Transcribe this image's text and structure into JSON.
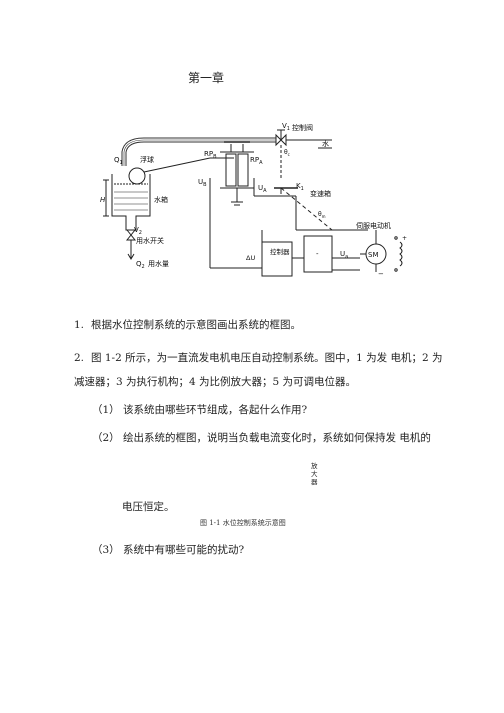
{
  "chapter_title": "第一章",
  "figure": {
    "labels": {
      "v1": "V",
      "v1_sub": "1",
      "control_valve": "控制阀",
      "water": "水",
      "theta_c": "θ",
      "theta_c_sub": "c",
      "q1": "Q",
      "q1_sub": "1",
      "float": "浮球",
      "h": "H",
      "tank": "水箱",
      "v2": "V",
      "v2_sub": "2",
      "water_switch": "用水开关",
      "q2": "Q",
      "q2_sub": "2",
      "water_usage": "用水量",
      "rpb": "RP",
      "rpb_sub": "B",
      "rpa": "RP",
      "rpa_sub": "A",
      "ub": "U",
      "ub_sub": "B",
      "ua": "U",
      "ua_sub": "A",
      "k1": "K",
      "k1_sub": "1",
      "gearbox": "变速箱",
      "theta_m": "θ",
      "theta_m_sub": "m",
      "servo_motor": "伺服电动机",
      "delta_u": "ΔU",
      "controller": "控制器",
      "ua2": "U",
      "ua2_sub": "a",
      "sm": "SM",
      "plus": "+",
      "minus": "−",
      "dash": "-"
    }
  },
  "questions": {
    "q1_num": "1.",
    "q1_text": "根据水位控制系统的示意图画出系统的框图。",
    "q2_num": "2.",
    "q2_line1": "图 1-2 所示，为一直流发电机电压自动控制系统。图中，1 为发  电机；2 为",
    "q2_line2": "减速器；3 为执行机构；4 为比例放大器；5 为可调电位器。",
    "sub1": "（1）  该系统由哪些环节组成，各起什么作用?",
    "sub2": "（2）  绘出系统的框图，说明当负载电流变化时，系统如何保持发  电机的",
    "stray_chars": [
      "放",
      "大",
      "器"
    ],
    "sub2_cont": "电压恒定。",
    "caption": "图 1-1 水位控制系统示意图",
    "sub3": "（3）  系统中有哪些可能的扰动?"
  }
}
